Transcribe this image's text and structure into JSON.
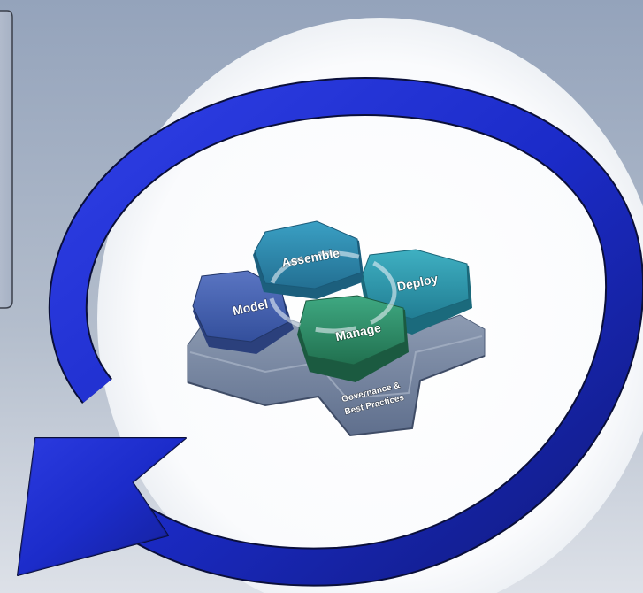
{
  "diagram": {
    "segments": {
      "model": "Model",
      "assemble": "Assemble",
      "deploy": "Deploy",
      "manage": "Manage"
    },
    "base_label_line1": "Governance &",
    "base_label_line2": "Best Practices",
    "colors": {
      "background_top": "#97a6bd",
      "background_bottom": "#d8dde6",
      "arrow": "#1f2fd0",
      "model": "#3b58a8",
      "assemble": "#2b84a8",
      "deploy": "#2a93a8",
      "manage": "#2e8c66",
      "base": "#7e8ea8"
    }
  }
}
